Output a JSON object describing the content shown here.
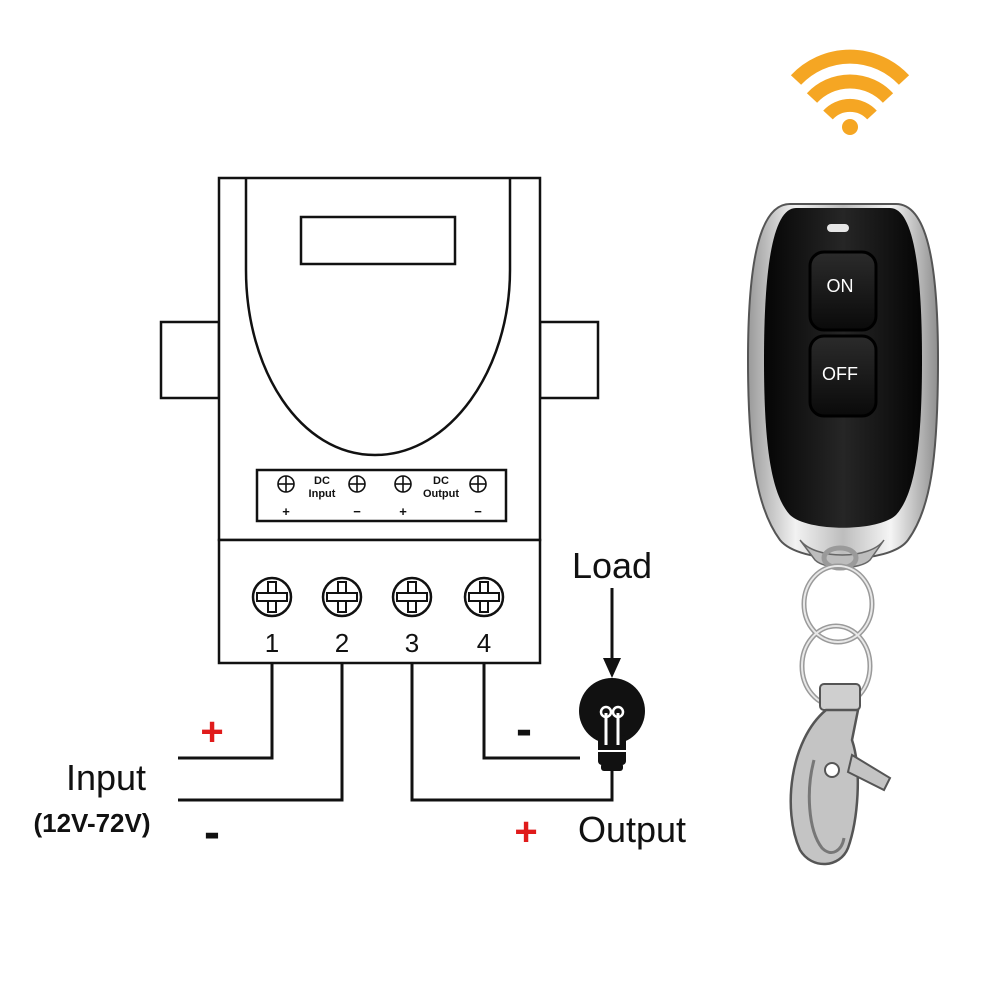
{
  "colors": {
    "line": "#111111",
    "accent_red": "#e01b1b",
    "wifi_orange": "#f5a623",
    "remote_body": "#1a1a1a",
    "remote_chrome": "#c8c8c8",
    "button_text": "#ffffff"
  },
  "module": {
    "panel": {
      "dc_input": {
        "line1": "DC",
        "line2": "Input"
      },
      "dc_output": {
        "line1": "DC",
        "line2": "Output"
      },
      "plus_symbol": "+",
      "minus_symbol": "−"
    },
    "terminals": [
      "1",
      "2",
      "3",
      "4"
    ]
  },
  "labels": {
    "load": "Load",
    "input": "Input",
    "input_range": "(12V-72V)",
    "output": "Output",
    "input_plus": "+",
    "input_minus": "-",
    "load_minus": "-",
    "output_plus": "+"
  },
  "icons": {
    "wireless": "wifi-signal-icon",
    "bulb": "light-bulb-icon",
    "screw": "screw-terminal-icon"
  },
  "remote": {
    "on_label": "ON",
    "off_label": "OFF"
  }
}
